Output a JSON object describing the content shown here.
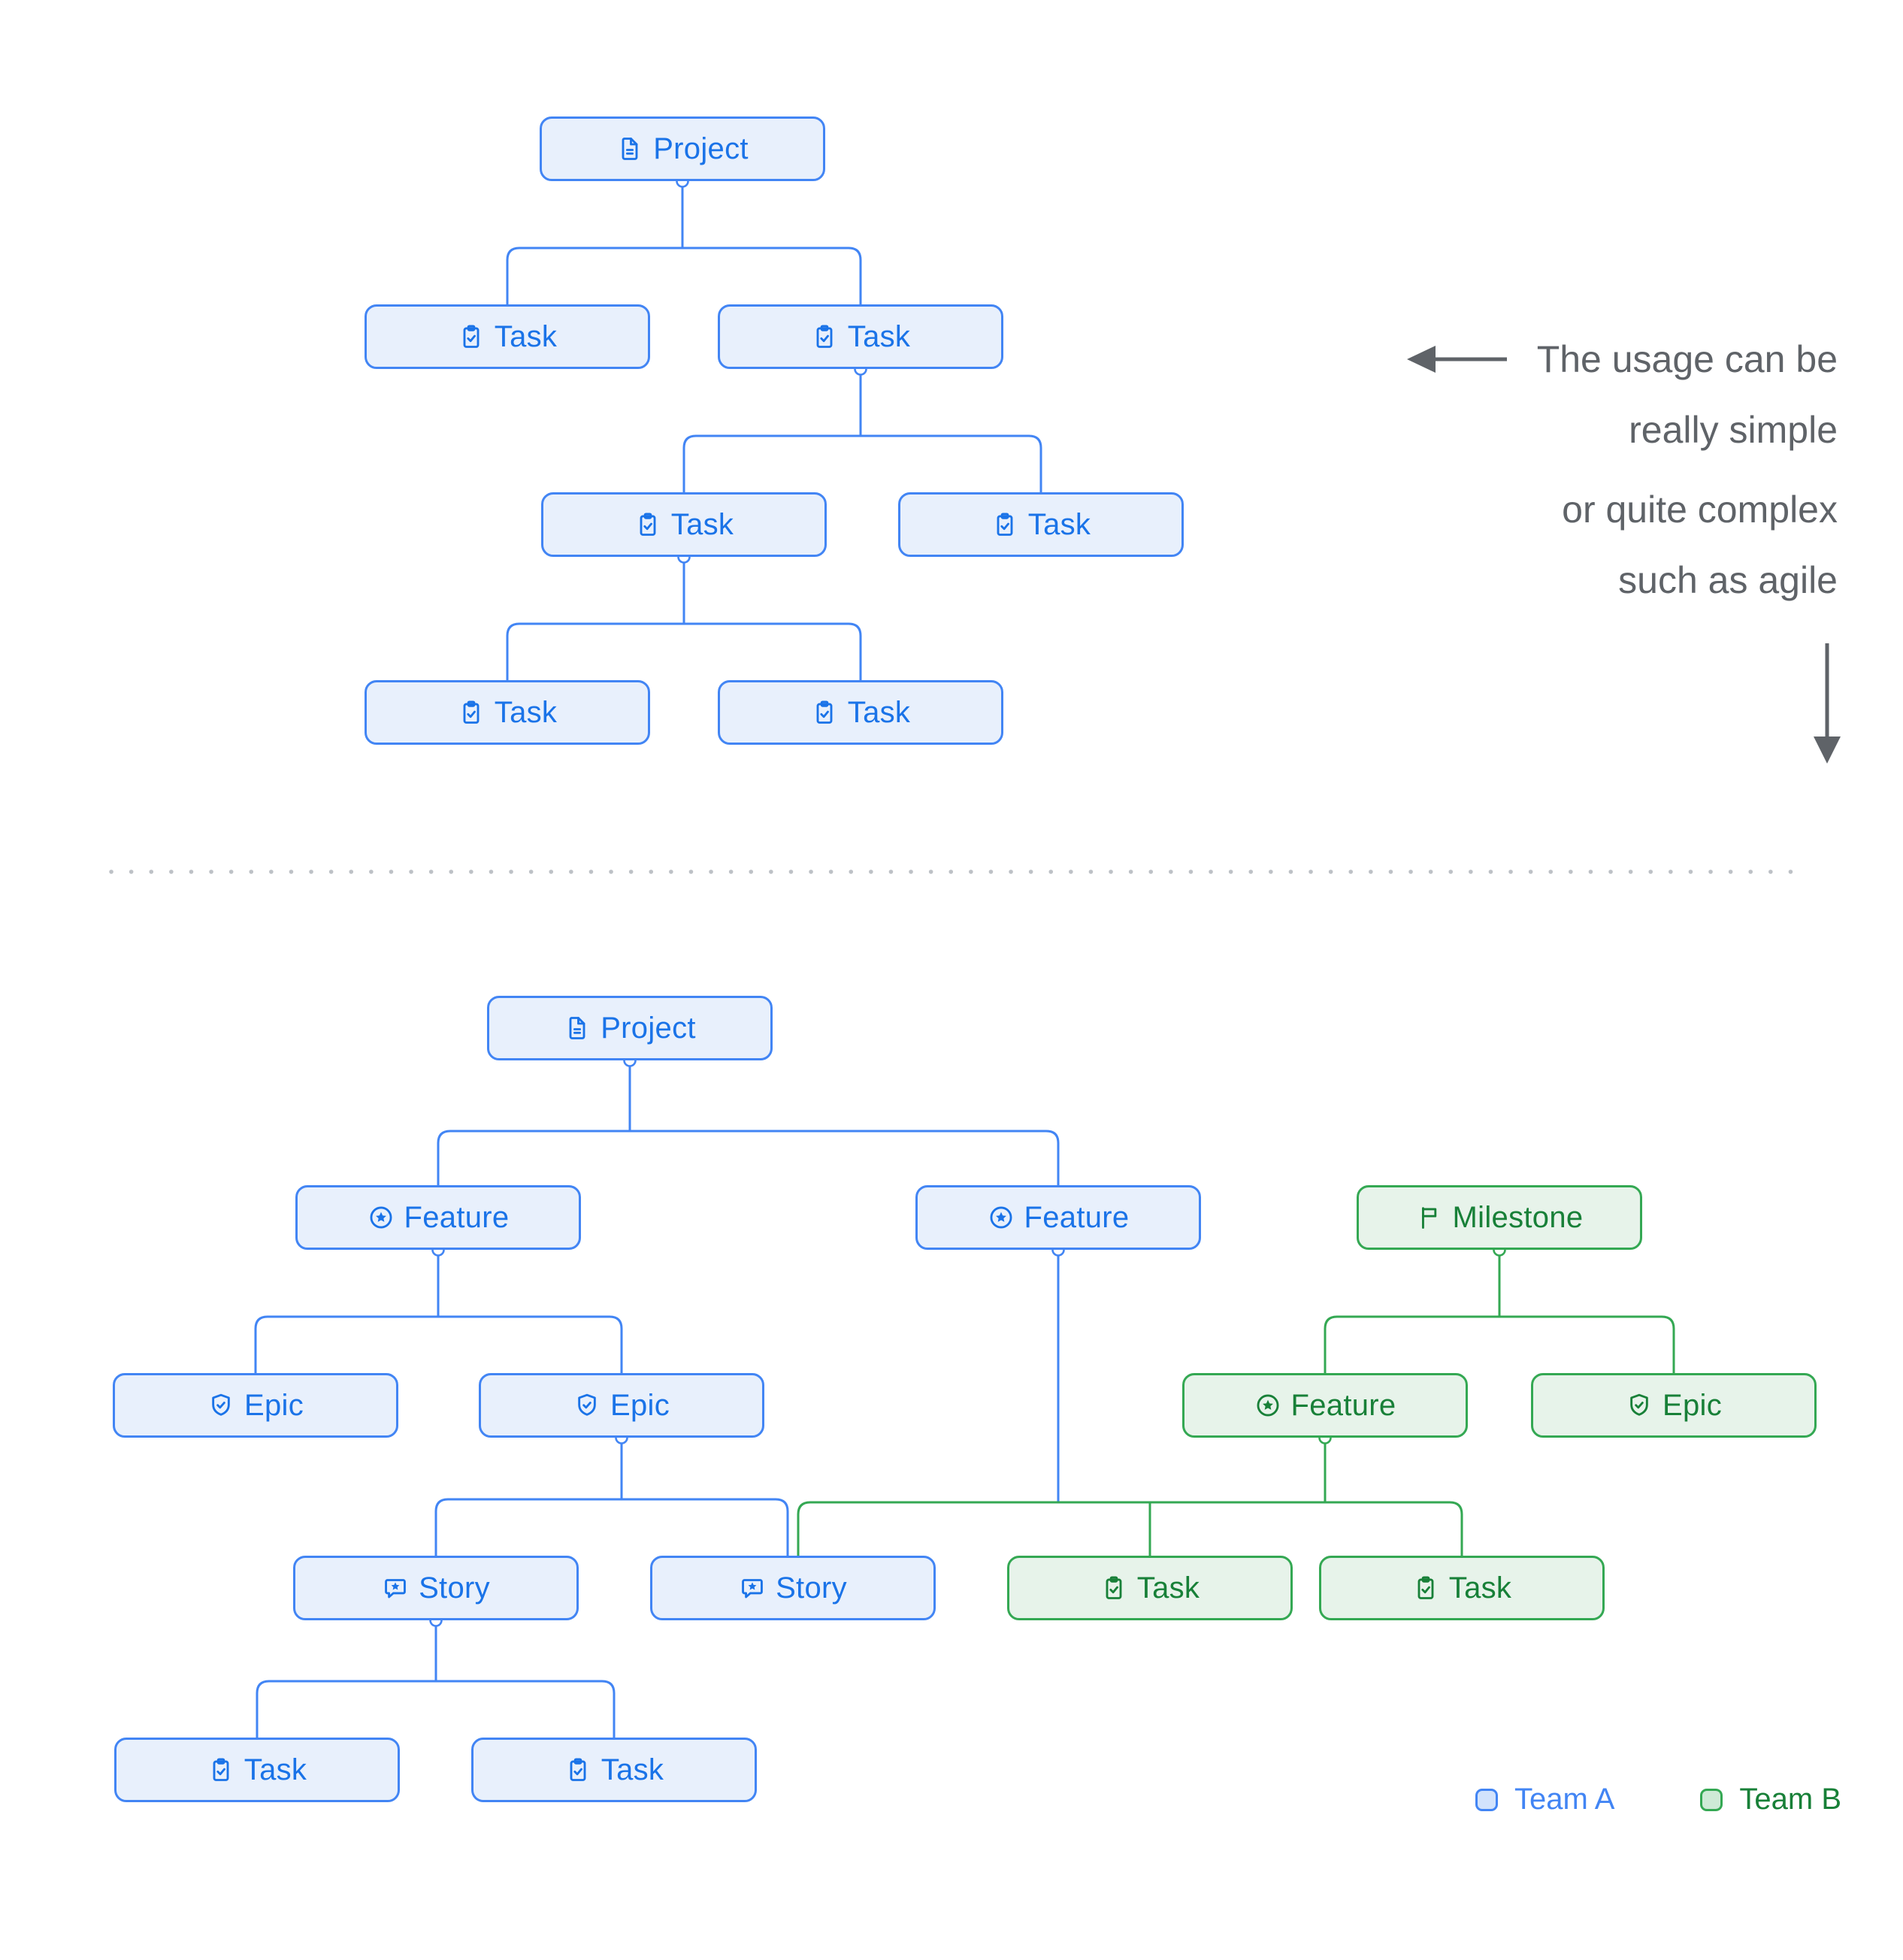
{
  "simple_diagram": {
    "description": "simple project hierarchy",
    "nodes": [
      {
        "label": "Project",
        "icon": "document-icon",
        "team": "A"
      },
      {
        "label": "Task",
        "icon": "task-icon",
        "team": "A"
      },
      {
        "label": "Task",
        "icon": "task-icon",
        "team": "A"
      },
      {
        "label": "Task",
        "icon": "task-icon",
        "team": "A"
      },
      {
        "label": "Task",
        "icon": "task-icon",
        "team": "A"
      },
      {
        "label": "Task",
        "icon": "task-icon",
        "team": "A"
      },
      {
        "label": "Task",
        "icon": "task-icon",
        "team": "A"
      }
    ]
  },
  "annotation": {
    "line1": "The usage can be",
    "line2": "really simple",
    "line3": "or quite complex",
    "line4": "such as agile"
  },
  "complex_diagram": {
    "description": "agile project hierarchy with two teams",
    "nodes": [
      {
        "label": "Project",
        "icon": "document-icon",
        "team": "A"
      },
      {
        "label": "Feature",
        "icon": "feature-icon",
        "team": "A"
      },
      {
        "label": "Feature",
        "icon": "feature-icon",
        "team": "A"
      },
      {
        "label": "Milestone",
        "icon": "milestone-icon",
        "team": "B"
      },
      {
        "label": "Epic",
        "icon": "epic-icon",
        "team": "A"
      },
      {
        "label": "Epic",
        "icon": "epic-icon",
        "team": "A"
      },
      {
        "label": "Feature",
        "icon": "feature-icon",
        "team": "B"
      },
      {
        "label": "Epic",
        "icon": "epic-icon",
        "team": "B"
      },
      {
        "label": "Story",
        "icon": "story-icon",
        "team": "A"
      },
      {
        "label": "Story",
        "icon": "story-icon",
        "team": "A"
      },
      {
        "label": "Task",
        "icon": "task-icon",
        "team": "B"
      },
      {
        "label": "Task",
        "icon": "task-icon",
        "team": "B"
      },
      {
        "label": "Task",
        "icon": "task-icon",
        "team": "A"
      },
      {
        "label": "Task",
        "icon": "task-icon",
        "team": "A"
      }
    ]
  },
  "legend": {
    "team_a": "Team A",
    "team_b": "Team B"
  },
  "colors": {
    "team_a_border": "#4285F4",
    "team_a_fill": "#E8F0FC",
    "team_a_text": "#1A73E8",
    "team_b_border": "#34A853",
    "team_b_fill": "#E7F3EA",
    "team_b_text": "#188038",
    "annotation_gray": "#5F6368",
    "divider_gray": "#BDC1C6"
  }
}
